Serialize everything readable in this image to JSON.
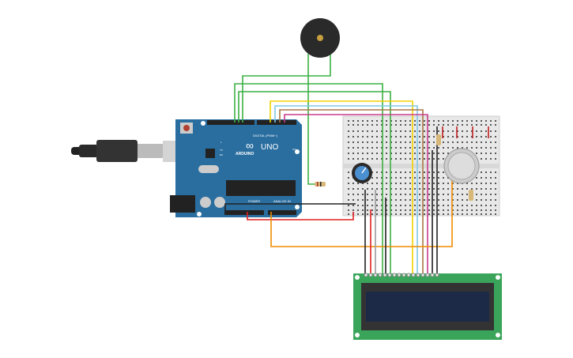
{
  "arduino": {
    "brand": "ARDUINO",
    "model": "UNO",
    "digital_label": "DIGITAL (PWM~)",
    "power_label": "POWER",
    "analog_label": "ANALOG IN",
    "on_label": "ON",
    "tx_label": "TX",
    "rx_label": "RX",
    "l_label": "L"
  },
  "colors": {
    "board": "#2a6ea0",
    "breadboard": "#e8e8e8",
    "lcd_pcb": "#3aa55a",
    "lcd_screen": "#1c2a48",
    "wire_green": "#3cb043",
    "wire_yellow": "#f2d200",
    "wire_lightblue": "#7fc8e8",
    "wire_brown": "#a87848",
    "wire_magenta": "#c83c8c",
    "wire_red": "#e02020",
    "wire_black": "#222222",
    "wire_orange": "#f08c00"
  },
  "components": [
    "arduino-uno",
    "usb-cable",
    "breadboard",
    "piezo-buzzer",
    "potentiometer",
    "gas-sensor",
    "resistor",
    "lcd-16x2"
  ]
}
